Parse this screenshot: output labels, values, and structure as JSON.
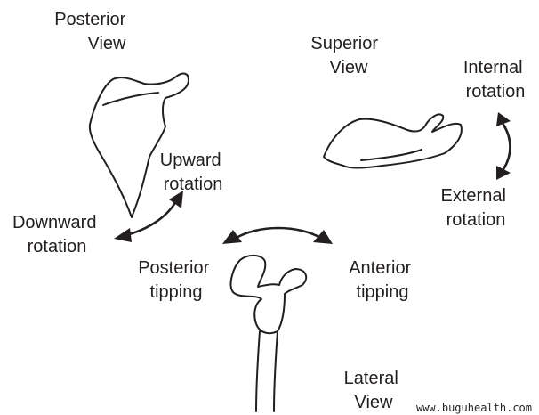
{
  "views": {
    "posterior": [
      "Posterior",
      "View"
    ],
    "superior": [
      "Superior",
      "View"
    ],
    "lateral": [
      "Lateral",
      "View"
    ]
  },
  "motions": {
    "upward_rotation": [
      "Upward",
      "rotation"
    ],
    "downward_rotation": [
      "Downward",
      "rotation"
    ],
    "internal_rotation": [
      "Internal",
      "rotation"
    ],
    "external_rotation": [
      "External",
      "rotation"
    ],
    "posterior_tipping": [
      "Posterior",
      "tipping"
    ],
    "anterior_tipping": [
      "Anterior",
      "tipping"
    ]
  },
  "watermark": "www.buguhealth.com",
  "colors": {
    "ink": "#231f20",
    "background": "#ffffff"
  }
}
